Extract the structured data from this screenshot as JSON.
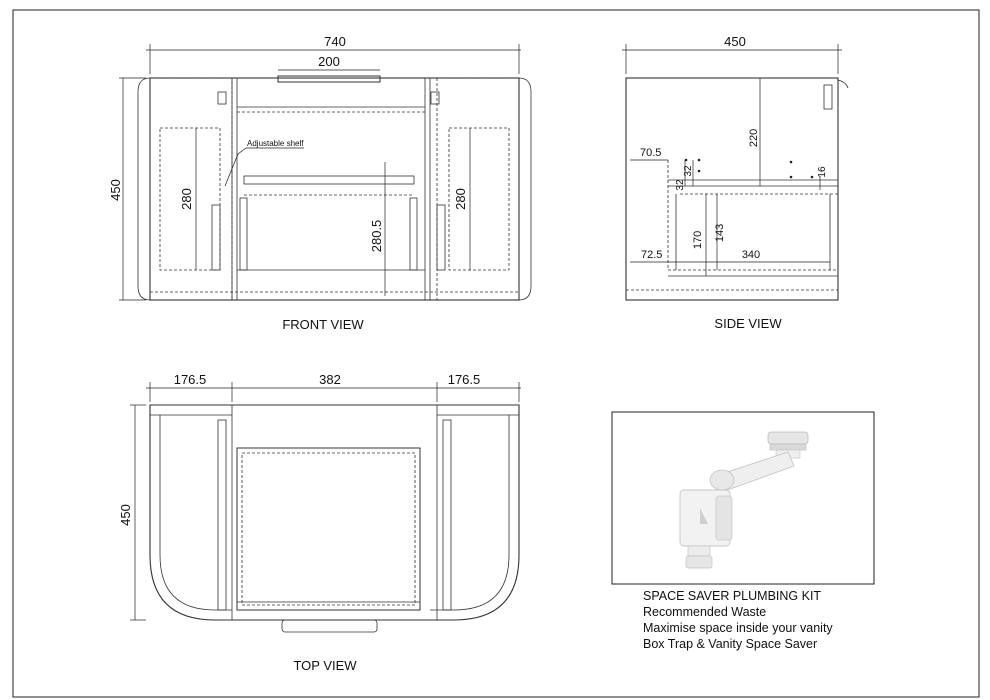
{
  "views": {
    "front": {
      "title": "FRONT VIEW",
      "dims": {
        "overall_width": "740",
        "handle_width": "200",
        "height": "450",
        "left_door_h": "280",
        "right_door_h": "280",
        "center_h": "280.5"
      },
      "shelf_label": "Adjustable shelf"
    },
    "side": {
      "title": "SIDE VIEW",
      "dims": {
        "depth": "450",
        "top_h": "220",
        "shelf_offset": "70.5",
        "d1": "32",
        "d2": "32",
        "shelf_thk": "16",
        "lower_h": "170",
        "inner_h": "143",
        "bottom_offset": "72.5",
        "inner_depth": "340"
      }
    },
    "top": {
      "title": "TOP VIEW",
      "dims": {
        "left_w": "176.5",
        "center_w": "382",
        "right_w": "176.5",
        "depth": "450"
      }
    }
  },
  "kit": {
    "image_icon": "space-saver-waste-icon",
    "title": "SPACE SAVER PLUMBING KIT",
    "line1": "Recommended Waste",
    "line2": "Maximise space inside your vanity",
    "line3": "Box Trap & Vanity Space Saver"
  }
}
